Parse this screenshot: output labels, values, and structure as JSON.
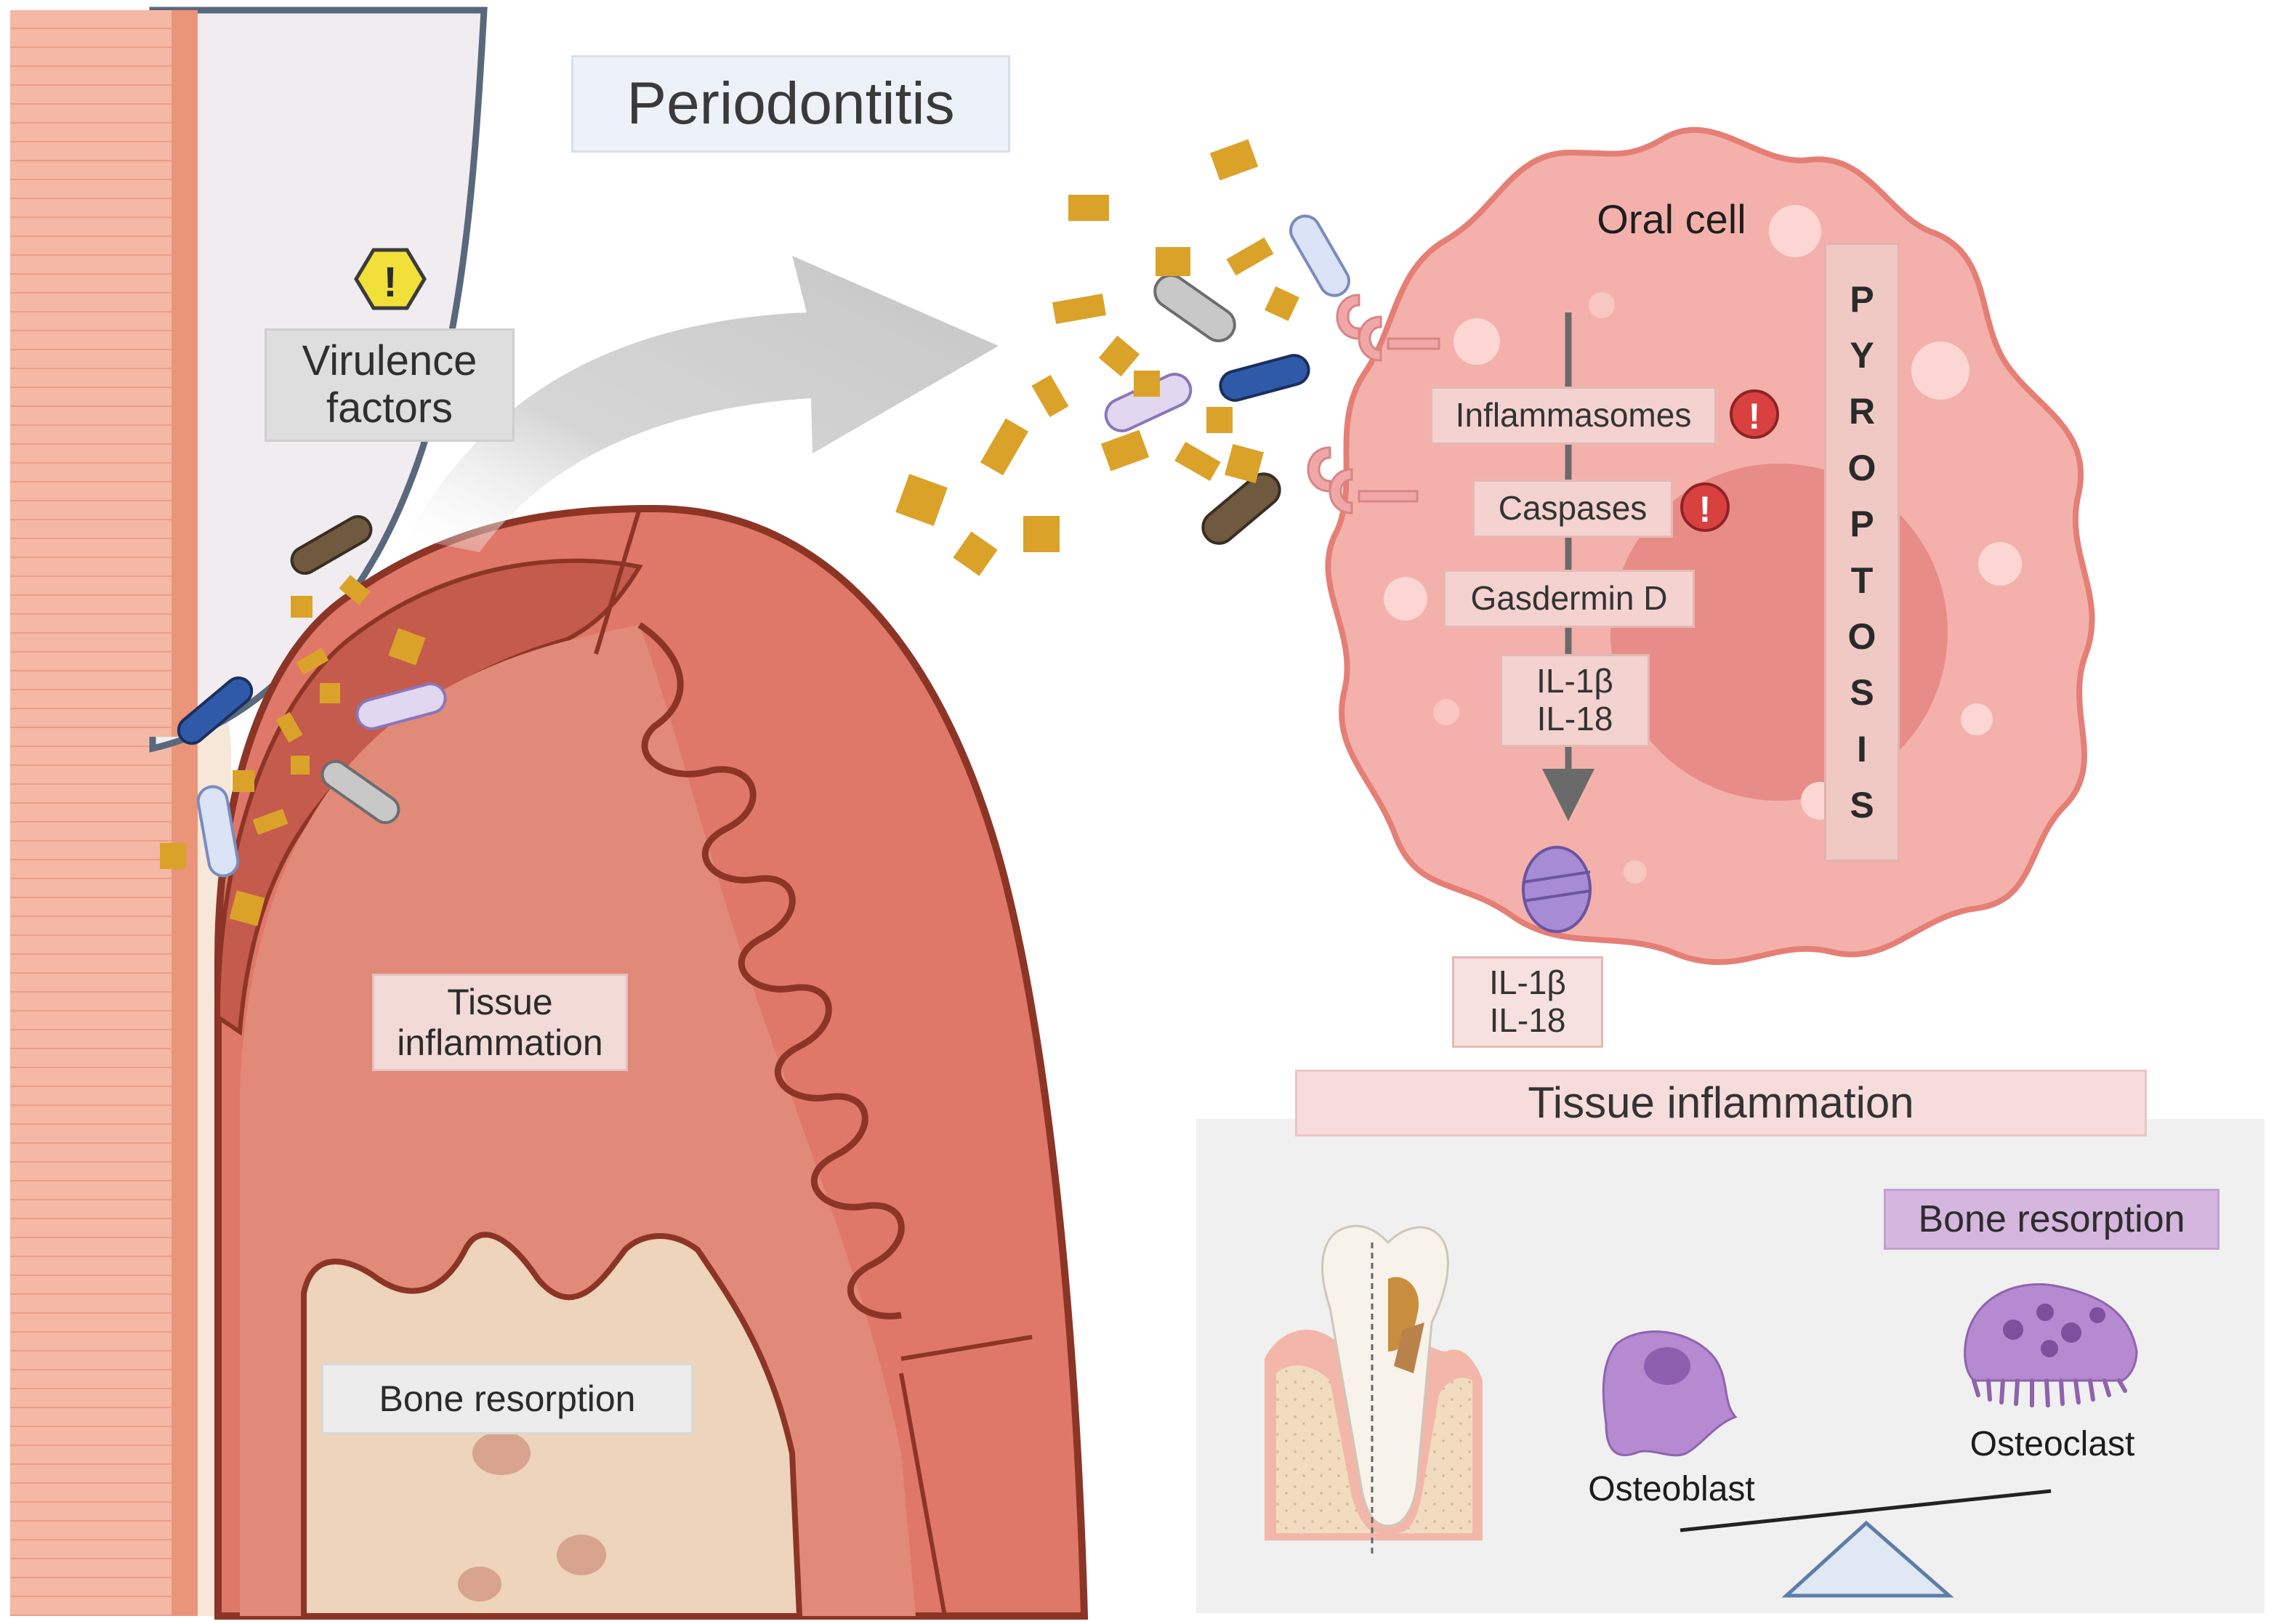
{
  "title": "Periodontitis",
  "virulence_label": "Virulence\nfactors",
  "tissue_inflammation_small": "Tissue\ninflammation",
  "bone_resorption_small": "Bone resorption",
  "oral_cell_label": "Oral cell",
  "pathway": {
    "inflammasomes": "Inflammasomes",
    "caspases": "Caspases",
    "gasdermin": "Gasdermin D",
    "cytokines_inside": "IL-1β\nIL-18",
    "cytokines_outside": "IL-1β\nIL-18"
  },
  "pyroptosis_letters": [
    "P",
    "Y",
    "R",
    "O",
    "P",
    "T",
    "O",
    "S",
    "I",
    "S"
  ],
  "tissue_inflammation_big": "Tissue inflammation",
  "bone_resorption_big": "Bone resorption",
  "osteoblast_label": "Osteoblast",
  "osteoclast_label": "Osteoclast",
  "alert_mark": "!",
  "colors": {
    "gum": "#df7868",
    "gum_dark": "#c45b4c",
    "gum_outline": "#8c3526",
    "bone": "#edd4bb",
    "tooth_enamel": "#f3c2ae",
    "cell": "#f4b1ab",
    "nucleus": "#e78c86",
    "arrow": "#cfcfcf",
    "alert_red": "#d94040",
    "warning_yellow": "#f2e03a",
    "receptor": "#f1a7a7",
    "purple": "#a78bd4",
    "toxin": "#dba22a"
  }
}
